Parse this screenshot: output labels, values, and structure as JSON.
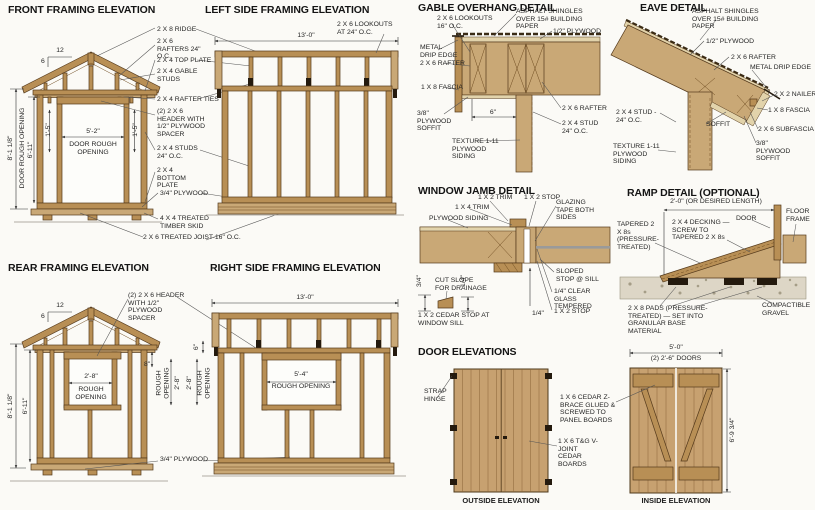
{
  "colors": {
    "wood": "#b88f55",
    "wood_light": "#c9a876",
    "plywood": "#e2d3ab",
    "dark_mark": "#241a0e",
    "gravel": "#ddd6c6",
    "background": "#fbfaf6"
  },
  "front": {
    "title": "FRONT FRAMING ELEVATION",
    "callouts": [
      "2 X 8 RIDGE",
      "2 X 6 RAFTERS 24\" O.C.",
      "2 X 4 TOP PLATE",
      "2 X 4 GABLE STUDS",
      "2 X 4 RAFTER TIES",
      "(2) 2 X 6 HEADER WITH 1/2\" PLYWOOD SPACER",
      "2 X 4 STUDS 24\" O.C.",
      "2 X 4 BOTTOM PLATE",
      "3/4\" PLYWOOD",
      "4 X 4 TREATED TIMBER SKID",
      "2 X 6 TREATED JOIST-16\" O.C."
    ],
    "pitch_run": "12",
    "pitch_rise": "6",
    "door_width": "5'-2\"",
    "door_label": "DOOR ROUGH OPENING",
    "jamb_left": "1'-5\"",
    "jamb_right": "1'-5\"",
    "height_overall": "8'-1 1/8\"",
    "height_wall": "6'-11\"",
    "height_label": "DOOR ROUGH OPENING"
  },
  "left_side": {
    "title": "LEFT SIDE FRAMING ELEVATION",
    "width_dim": "13'-0\"",
    "lookouts": "2 X 6 LOOKOUTS AT 24\" O.C."
  },
  "gable": {
    "title": "GABLE OVERHANG DETAIL",
    "labels": {
      "lookouts": "2 X 6 LOOKOUTS 16\" O.C.",
      "shingles": "ASPHALT SHINGLES OVER 15# BUILDING PAPER",
      "plywood": "1/2\" PLYWOOD",
      "drip": "METAL DRIP EDGE",
      "rafter": "2 X 6 RAFTER",
      "fascia": "1 X 8 FASCIA",
      "soffit": "3/8\" PLYWOOD SOFFIT",
      "overhang": "6\"",
      "rafter2": "2 X 6 RAFTER",
      "stud": "2 X 4 STUD 24\" O.C.",
      "siding": "TEXTURE 1-11 PLYWOOD SIDING"
    }
  },
  "eave": {
    "title": "EAVE DETAIL",
    "labels": {
      "shingles": "ASPHALT SHINGLES OVER 15# BUILDING PAPER",
      "plywood": "1/2\" PLYWOOD",
      "rafter": "2 X 6 RAFTER",
      "drip": "METAL DRIP EDGE",
      "nailer": "2 X 2 NAILER",
      "fascia": "1 X 8 FASCIA",
      "stud": "2 X 4 STUD - 24\" O.C.",
      "soffit": "SOFFIT",
      "subfascia": "2 X 6 SUBFASCIA",
      "plysoffit": "3/8\" PLYWOOD SOFFIT",
      "siding": "TEXTURE 1-11 PLYWOOD SIDING"
    }
  },
  "window_jamb": {
    "title": "WINDOW JAMB DETAIL",
    "labels": {
      "trim12": "1 X 2 TRIM",
      "stop12": "1 X 2 STOP",
      "trim14": "1 X 4 TRIM",
      "siding": "PLYWOOD SIDING",
      "glazing": "GLAZING TAPE BOTH SIDES",
      "cutslope": "CUT SLOPE FOR DRAINAGE",
      "dim34": "3/4\"",
      "dim14a": "1/4\"",
      "cedarstop": "1 X 2 CEDAR STOP AT WINDOW SILL",
      "sloped": "SLOPED STOP @ SILL",
      "glass": "1/4\" CLEAR GLASS TEMPERED",
      "stop12b": "1 X 2 STOP",
      "dim14b": "1/4\""
    }
  },
  "ramp": {
    "title": "RAMP DETAIL (OPTIONAL)",
    "labels": {
      "length": "2'-0\" (OR DESIRED LENGTH)",
      "door": "DOOR",
      "floorframe": "FLOOR FRAME",
      "tapered": "TAPERED 2 X 8s (PRESSURE-TREATED)",
      "decking": "2 X 4 DECKING — SCREW TO TAPERED 2 X 8s",
      "pads": "2 X 8 PADS (PRESSURE-TREATED) — SET INTO GRANULAR BASE MATERIAL",
      "gravel": "COMPACTIBLE GRAVEL"
    }
  },
  "doors": {
    "title": "DOOR ELEVATIONS",
    "labels": {
      "hinge": "STRAP HINGE",
      "zbrace": "1 X 6 CEDAR Z-BRACE GLUED & SCREWED TO PANEL BOARDS",
      "boards": "1 X 6 T&G V-JOINT CEDAR BOARDS"
    },
    "outside_caption": "OUTSIDE ELEVATION",
    "inside_caption": "INSIDE ELEVATION",
    "width_dim": "5'-0\"",
    "doors_dim": "(2) 2'-6\" DOORS",
    "height_dim": "6'-9 3/4\""
  },
  "rear": {
    "title": "REAR FRAMING ELEVATION",
    "header": "(2) 2 X 6 HEADER WITH 1/2\" PLYWOOD SPACER",
    "pitch_run": "12",
    "pitch_rise": "6",
    "win_width": "2'-8\"",
    "win_label": "ROUGH OPENING",
    "dim8": "8\"",
    "ro_vert": "ROUGH OPENING",
    "ro_height": "2'-8\"",
    "height_overall": "8'-1 1/8\"",
    "height_wall": "6'-11\"",
    "plywood": "3/4\" PLYWOOD"
  },
  "right_side": {
    "title": "RIGHT SIDE FRAMING ELEVATION",
    "width_dim": "13'-0\"",
    "dim6": "6\"",
    "ro_height": "2'-8\"",
    "ro_vert": "ROUGH OPENING",
    "win_width": "5'-4\"",
    "win_label": "ROUGH OPENING"
  }
}
